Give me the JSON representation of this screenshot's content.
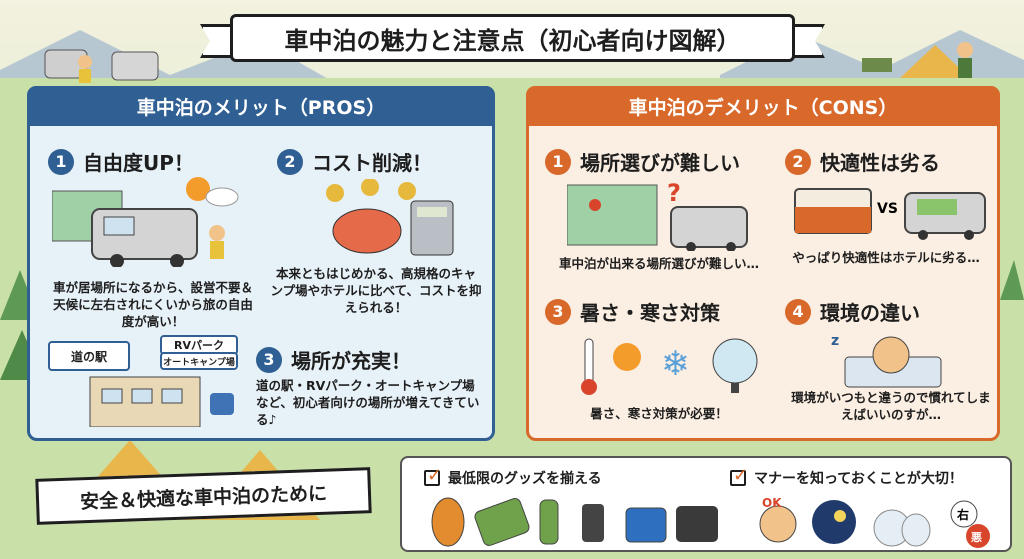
{
  "title": "車中泊の魅力と注意点（初心者向け図解）",
  "pros": {
    "header": "車中泊のメリット（PROS）",
    "items": [
      {
        "num": "1",
        "title": "自由度UP！",
        "desc": "車が居場所になるから、設営不要＆天候に左右されにくいから旅の自由度が高い！"
      },
      {
        "num": "2",
        "title": "コスト削減！",
        "desc": "本来ともはじめかる、高規格のキャンプ場やホテルに比べて、コストを抑えられる！"
      },
      {
        "num": "3",
        "title": "場所が充実！",
        "desc": "道の駅・RVパーク・オートキャンプ場など、初心者向けの場所が増えてきている♪"
      }
    ],
    "signs": {
      "michinoeki": "道の駅",
      "rvpark": "RVパーク",
      "autocamp": "オートキャンプ場"
    }
  },
  "cons": {
    "header": "車中泊のデメリット（CONS）",
    "items": [
      {
        "num": "1",
        "title": "場所選びが難しい",
        "desc": "車中泊が出来る場所選びが難しい…"
      },
      {
        "num": "2",
        "title": "快適性は劣る",
        "desc": "やっぱり快適性はホテルに劣る…"
      },
      {
        "num": "3",
        "title": "暑さ・寒さ対策",
        "desc": "暑さ、寒さ対策が必要！"
      },
      {
        "num": "4",
        "title": "環境の違い",
        "desc": "環境がいつもと違うので慣れてしまえばいいのすが…"
      }
    ],
    "vs": "VS"
  },
  "safe_banner": "安全＆快適な車中泊のために",
  "checklist": [
    {
      "label": "最低限のグッズを揃える"
    },
    {
      "label": "マナーを知っておくことが大切！"
    }
  ],
  "manner_icons": {
    "ok": "OK",
    "right": "右",
    "bad": "悪"
  },
  "colors": {
    "pros": "#2f5f93",
    "cons": "#d8692b"
  }
}
